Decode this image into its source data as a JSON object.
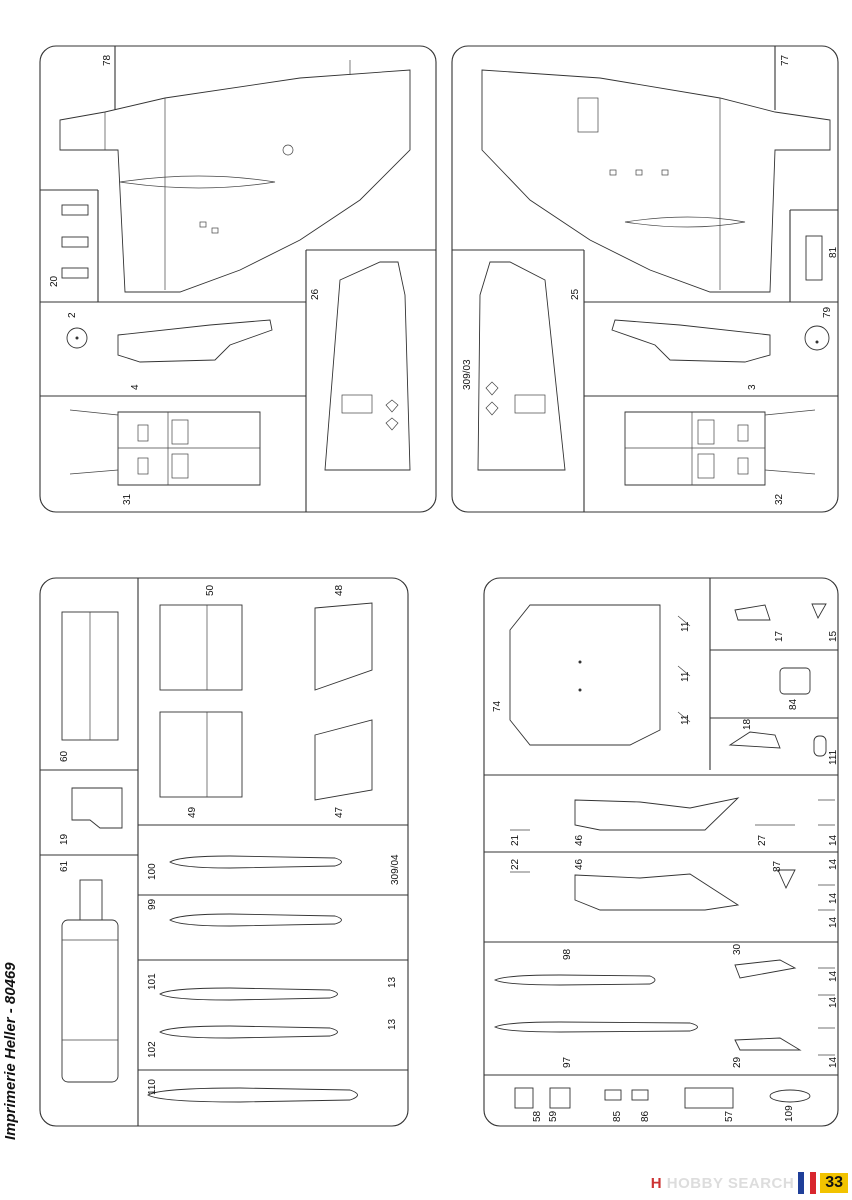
{
  "document": {
    "printer_line": "Imprimerie Heller - 80469",
    "page_number": "33",
    "watermark": "HOBBY SEARCH",
    "watermark_icon": "hobby-search-logo-icon"
  },
  "sprue_a": {
    "labels": [
      "78",
      "20",
      "2",
      "26",
      "4",
      "31"
    ]
  },
  "sprue_b": {
    "labels": [
      "77",
      "81",
      "25",
      "79",
      "309/03",
      "3",
      "32"
    ]
  },
  "sprue_c": {
    "labels": [
      "50",
      "48",
      "60",
      "19",
      "49",
      "47",
      "61",
      "100",
      "309/04",
      "99",
      "101",
      "13",
      "102",
      "13",
      "110"
    ]
  },
  "sprue_d": {
    "labels": [
      "11",
      "11",
      "11",
      "17",
      "15",
      "74",
      "84",
      "18",
      "111",
      "21",
      "46",
      "27",
      "14",
      "14",
      "22",
      "46",
      "87",
      "14",
      "14",
      "98",
      "30",
      "14",
      "14",
      "97",
      "29",
      "14",
      "58",
      "59",
      "85",
      "86",
      "57",
      "109"
    ]
  },
  "colors": {
    "line": "#333333",
    "page_badge": "#f2c300",
    "flag_blue": "#1f3f99",
    "flag_red": "#d8262e"
  }
}
